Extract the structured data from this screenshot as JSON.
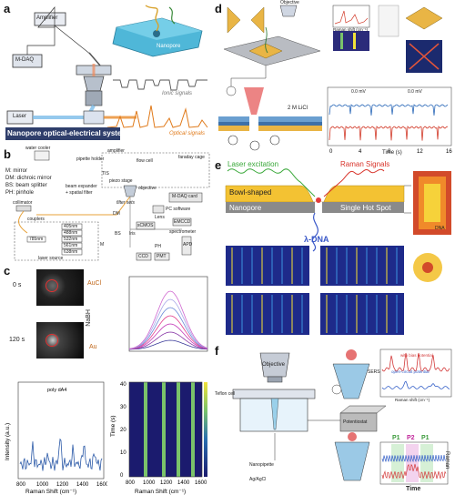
{
  "panels": {
    "a": {
      "label": "a",
      "amplifier": "Amplifier",
      "mdaq": "M-DAQ",
      "laser": "Laser",
      "nanopore": "Nanopore",
      "system_title": "Nanopore optical-electrical system",
      "ionic_signals": "Ionic signals",
      "optical_signals": "Optical signals",
      "colors": {
        "title_bg": "#2f3e6b",
        "ionic": "#555555",
        "optical": "#e07a1a"
      }
    },
    "b": {
      "label": "b",
      "legend": [
        "M: mirror",
        "DM: dichroic mirror",
        "BS: beam splitter",
        "PH: pinhole"
      ],
      "water_cooler": "water cooler",
      "amplifier": "amplifier",
      "pipette_holder": "pipette holder",
      "flow_cell": "flow cell",
      "faraday_cage": "faraday cage",
      "tis": "TIS",
      "piezo_stage": "piezo stage",
      "beam_expander": "beam expander",
      "spatial_filter": "+ spatial filter",
      "objective": "objective",
      "mdaq_card": "M-DAQ card",
      "collimator": "collimator",
      "couplers": "couplers",
      "filter_sets": "filter sets",
      "pc_software": "PC software",
      "lens": "Lens",
      "sCMOS": "sCMOS",
      "emccd": "EMCCD",
      "spectrometer": "spectrometer",
      "laser_source": "laser source",
      "wavelengths": [
        "405nm",
        "488nm",
        "532nm",
        "561nm",
        "638nm",
        "785nm"
      ],
      "bs": "BS",
      "ph": "PH",
      "ccd": "CCD",
      "pmt": "PMT",
      "apd": "APD",
      "iris": "Iris",
      "m": "M",
      "dm": "DM"
    },
    "c": {
      "label": "c",
      "t0": "0 s",
      "t120": "120 s",
      "aucl": "AuCl",
      "nabh": "NaBH",
      "au": "Au",
      "raman_title": "poly dA4",
      "raman_xlabel": "Raman Shift (cm⁻¹)",
      "raman_ylabel": "Intensity (a.u.)",
      "raman_xticks": [
        "800",
        "1000",
        "1200",
        "1400",
        "1600"
      ],
      "heat_xlabel": "Raman Shift (cm⁻¹)",
      "heat_ylabel": "Time (s)",
      "heat_xticks": [
        "800",
        "1000",
        "1200",
        "1400",
        "1600"
      ],
      "heat_yticks": [
        "0",
        "10",
        "20",
        "30",
        "40"
      ]
    },
    "d": {
      "label": "d",
      "objective": "Objective",
      "licl": "2 M LiCl",
      "raman_shift": "Raman shift (cm⁻¹)",
      "time_label": "Time (s)",
      "trace_labels": [
        "0.0 mV",
        "0.0 mV"
      ],
      "time_ticks": [
        "0",
        "4",
        "8",
        "12",
        "16"
      ],
      "colors": {
        "gold": "#e9b545",
        "red_trace": "#d23b2a",
        "blue_trace": "#2a68b8"
      }
    },
    "e": {
      "label": "e",
      "laser_excitation": "Laser excitation",
      "raman_signals": "Raman Signals",
      "bowl": "Bowl-shaped",
      "nanopore": "Nanopore",
      "hot_spot": "Single Hot Spot",
      "dna": "λ-DNA",
      "dna_small": "DNA",
      "colors": {
        "laser": "#3aa83a",
        "raman": "#d8332a",
        "bowl": "#f3c233",
        "pore": "#8a8a8a"
      }
    },
    "f": {
      "label": "f",
      "objective": "Objective",
      "teflon": "Teflon cell",
      "potentiostat": "Potentiostat",
      "nanopipette": "Nanopipette",
      "agagcl": "Ag/AgCl",
      "with_bias": "with bias potential",
      "open_circuit": "open-circuit potential",
      "raman_shift": "Raman shift (cm⁻¹)",
      "sers": "SERS",
      "time": "Time",
      "raman": "Raman",
      "p_labels": [
        "P1",
        "P2",
        "P1"
      ],
      "colors": {
        "p1": "#3a9a3a",
        "p2": "#c0239a",
        "trace_blue": "#3560c8",
        "trace_red": "#d33a3a"
      }
    }
  }
}
